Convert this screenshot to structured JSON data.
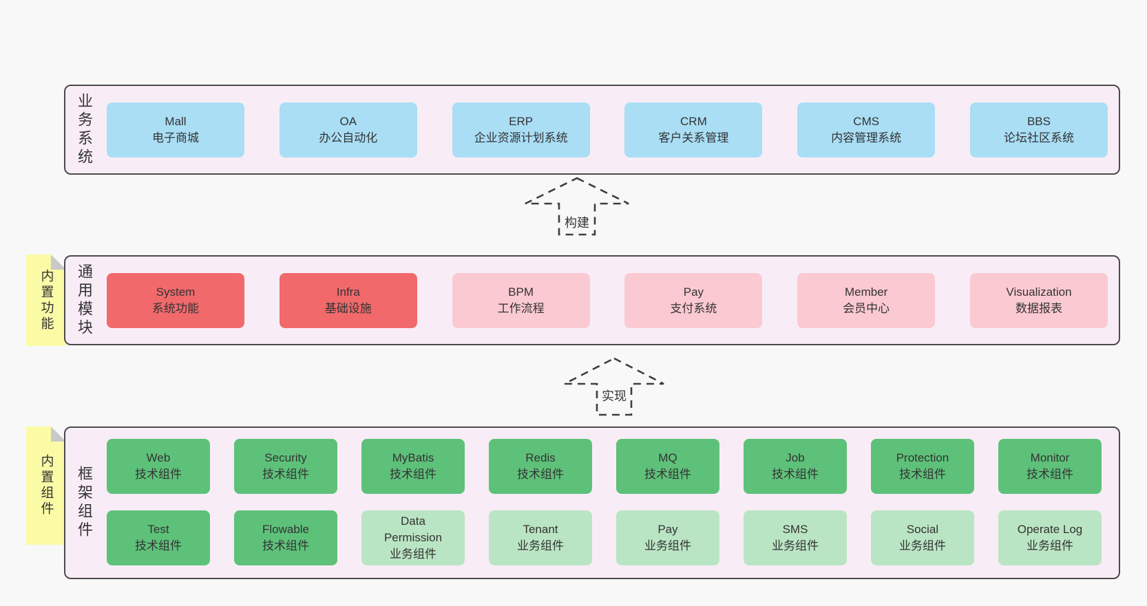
{
  "colors": {
    "page_background": "#f8f8f8",
    "layer_background": "#f8edf6",
    "layer_border": "#4a4a4a",
    "business_box": "#a9def5",
    "core_module_box": "#f1696b",
    "optional_module_box": "#fbc9d2",
    "tech_component_box": "#5ec17a",
    "biz_component_box": "#bae5c4",
    "note_background": "#fbfba6",
    "note_fold": "#c9c9c9",
    "text": "#333333"
  },
  "arrows": {
    "build": "构建",
    "implement": "实现"
  },
  "layers": {
    "business": {
      "side_label": "业务系统",
      "boxes": [
        {
          "name": "Mall",
          "subtitle": "电子商城"
        },
        {
          "name": "OA",
          "subtitle": "办公自动化"
        },
        {
          "name": "ERP",
          "subtitle": "企业资源计划系统"
        },
        {
          "name": "CRM",
          "subtitle": "客户关系管理"
        },
        {
          "name": "CMS",
          "subtitle": "内容管理系统"
        },
        {
          "name": "BBS",
          "subtitle": "论坛社区系统"
        }
      ]
    },
    "modules": {
      "side_label": "通用模块",
      "note_label": "内置功能",
      "boxes": [
        {
          "name": "System",
          "subtitle": "系统功能"
        },
        {
          "name": "Infra",
          "subtitle": "基础设施"
        },
        {
          "name": "BPM",
          "subtitle": "工作流程"
        },
        {
          "name": "Pay",
          "subtitle": "支付系统"
        },
        {
          "name": "Member",
          "subtitle": "会员中心"
        },
        {
          "name": "Visualization",
          "subtitle": "数据报表"
        }
      ]
    },
    "components": {
      "side_label": "框架组件",
      "note_label": "内置组件",
      "row1": [
        {
          "name": "Web",
          "subtitle": "技术组件"
        },
        {
          "name": "Security",
          "subtitle": "技术组件"
        },
        {
          "name": "MyBatis",
          "subtitle": "技术组件"
        },
        {
          "name": "Redis",
          "subtitle": "技术组件"
        },
        {
          "name": "MQ",
          "subtitle": "技术组件"
        },
        {
          "name": "Job",
          "subtitle": "技术组件"
        },
        {
          "name": "Protection",
          "subtitle": "技术组件"
        },
        {
          "name": "Monitor",
          "subtitle": "技术组件"
        }
      ],
      "row2": [
        {
          "name": "Test",
          "subtitle": "技术组件"
        },
        {
          "name": "Flowable",
          "subtitle": "技术组件"
        },
        {
          "name": "Data Permission",
          "subtitle": "业务组件"
        },
        {
          "name": "Tenant",
          "subtitle": "业务组件"
        },
        {
          "name": "Pay",
          "subtitle": "业务组件"
        },
        {
          "name": "SMS",
          "subtitle": "业务组件"
        },
        {
          "name": "Social",
          "subtitle": "业务组件"
        },
        {
          "name": "Operate Log",
          "subtitle": "业务组件"
        }
      ]
    }
  }
}
